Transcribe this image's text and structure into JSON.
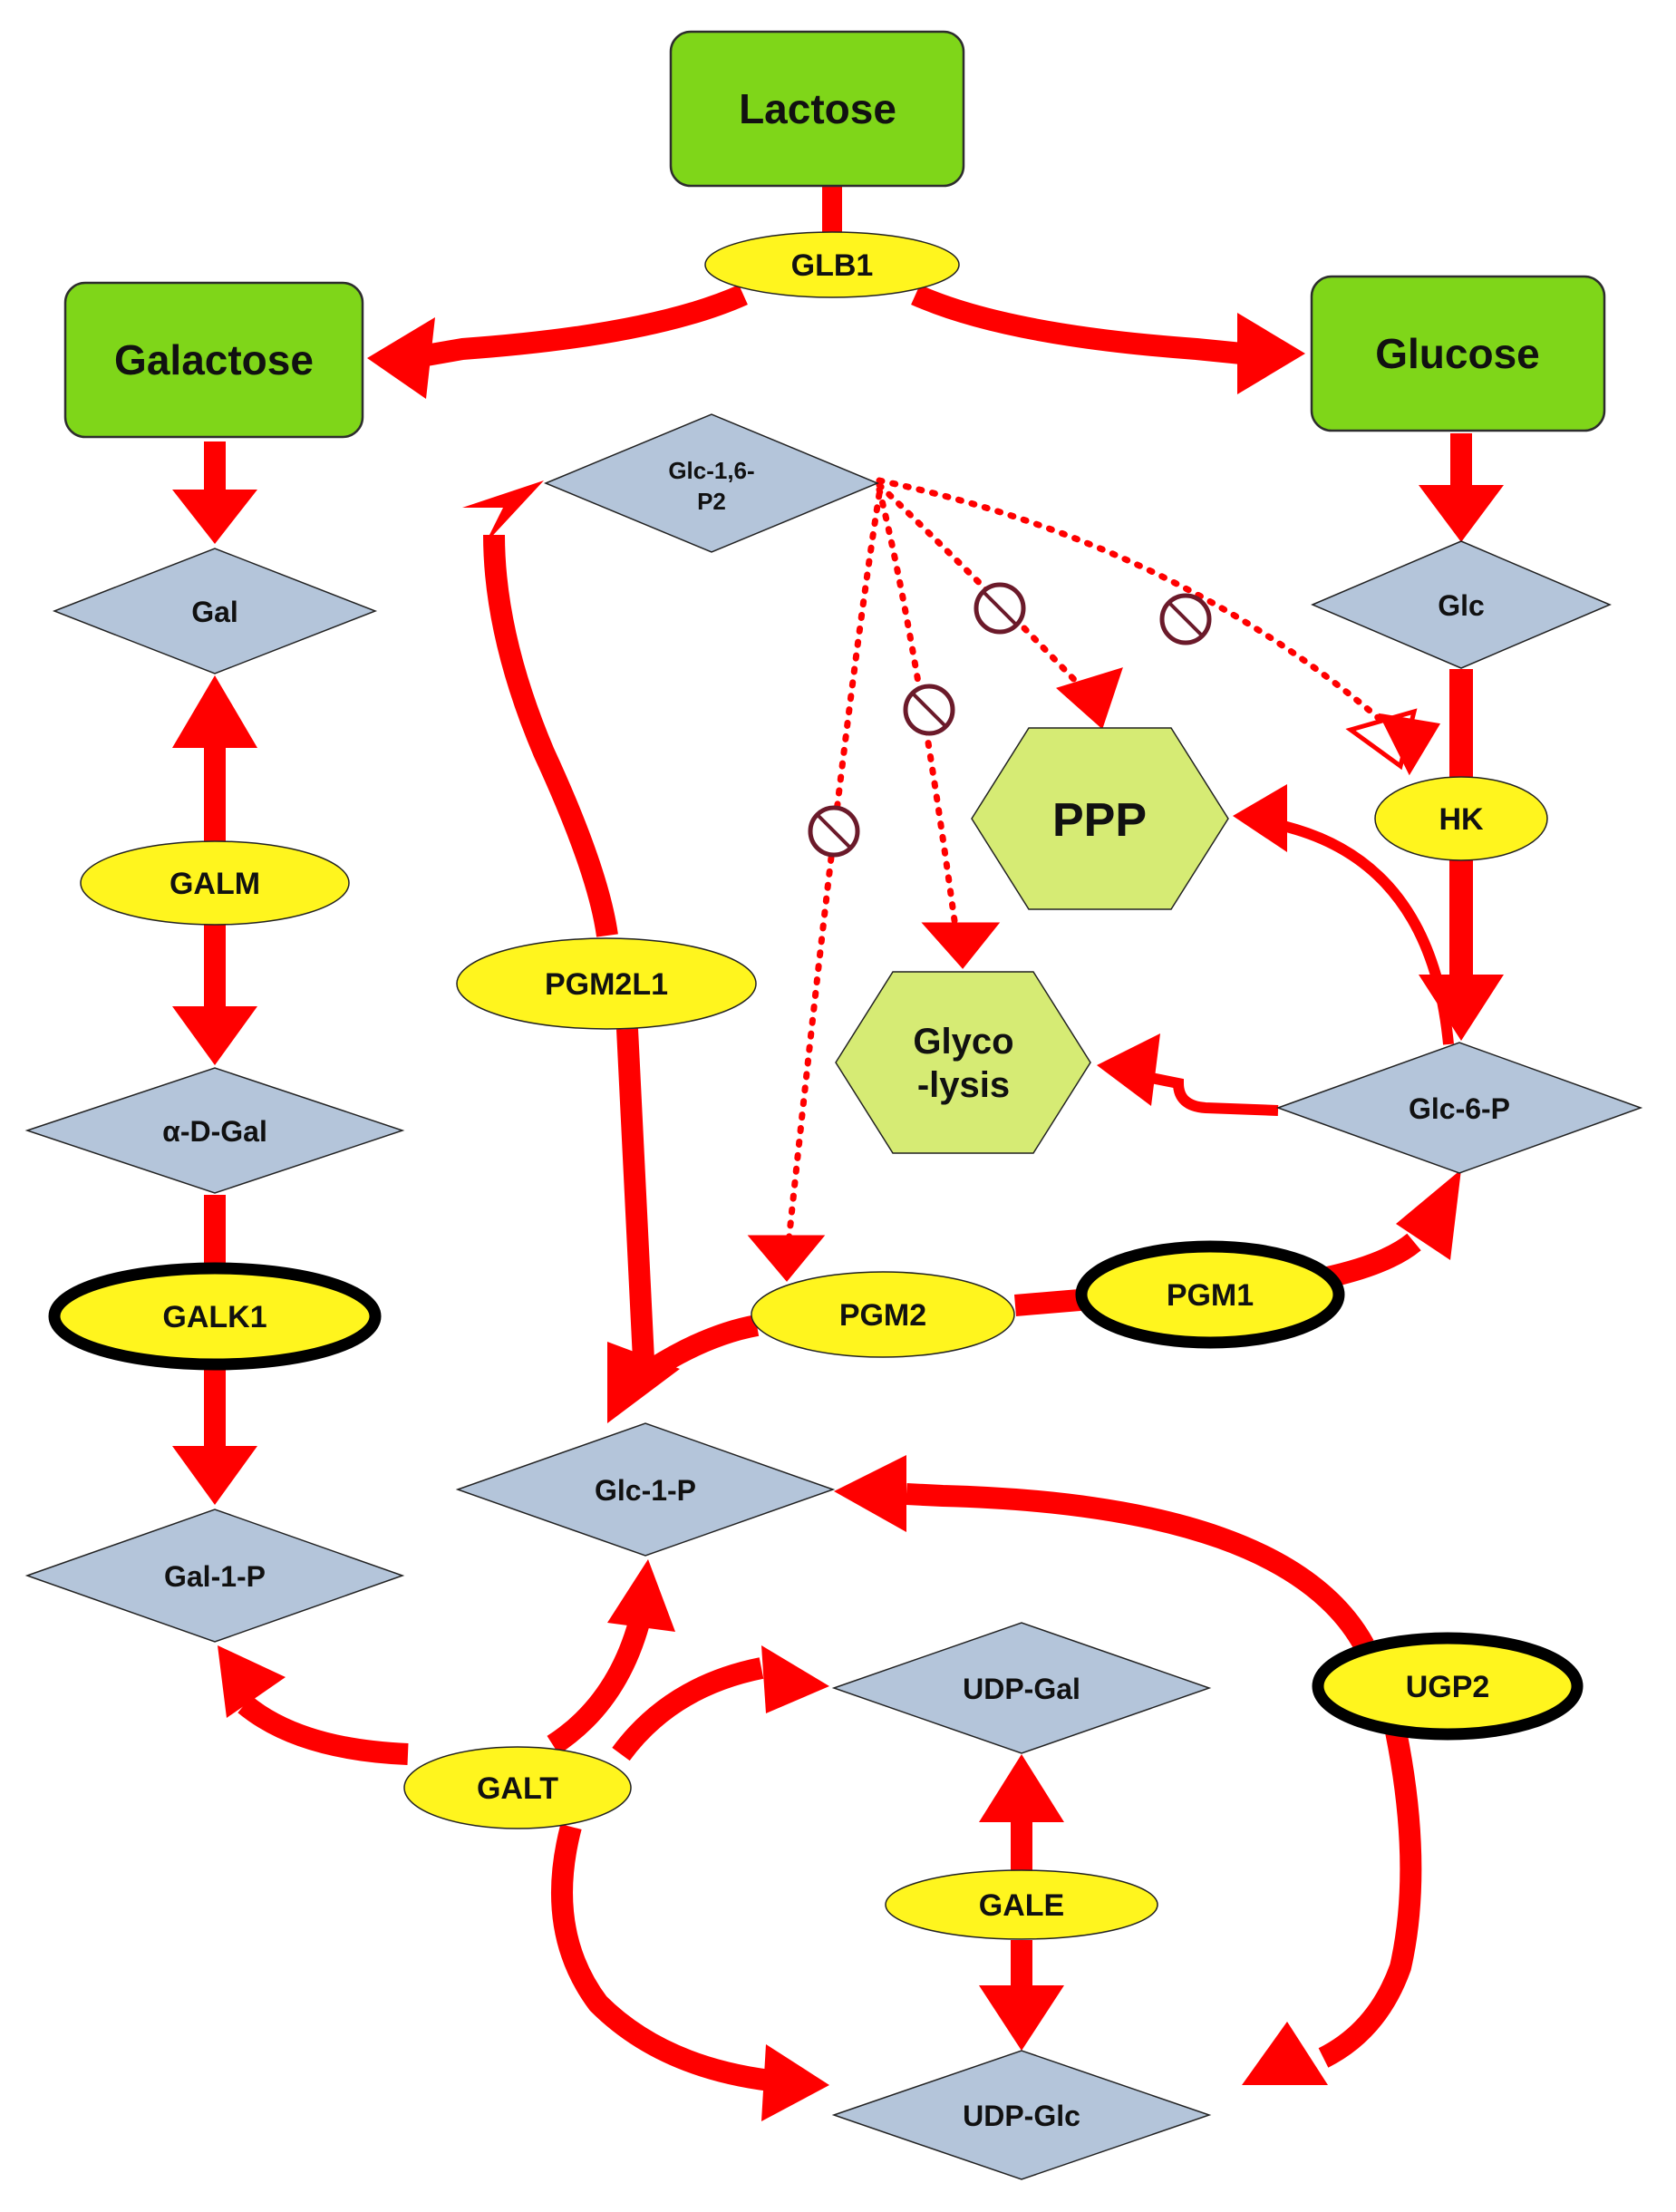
{
  "sugars": {
    "lactose": "Lactose",
    "galactose": "Galactose",
    "glucose": "Glucose"
  },
  "metabolites": {
    "glc16p2_line1": "Glc-1,6-",
    "glc16p2_line2": "P2",
    "gal": "Gal",
    "glc": "Glc",
    "alpha_d_gal": "α-D-Gal",
    "glc6p": "Glc-6-P",
    "glc1p": "Glc-1-P",
    "gal1p": "Gal-1-P",
    "udp_gal": "UDP-Gal",
    "udp_glc": "UDP-Glc"
  },
  "enzymes": {
    "glb1": "GLB1",
    "galm": "GALM",
    "pgm2l1": "PGM2L1",
    "hk": "HK",
    "galk1": "GALK1",
    "pgm2": "PGM2",
    "pgm1": "PGM1",
    "ugp2": "UGP2",
    "galt": "GALT",
    "gale": "GALE"
  },
  "pathways": {
    "ppp": "PPP",
    "glycolysis_line1": "Glyco",
    "glycolysis_line2": "-lysis"
  },
  "colors": {
    "arrow": "#ff0000",
    "sugar_box": "#7fd619",
    "metabolite": "#b4c5da",
    "enzyme": "#fff51e",
    "pathway": "#d6eb74",
    "inhibition": "#6b1a2a"
  }
}
